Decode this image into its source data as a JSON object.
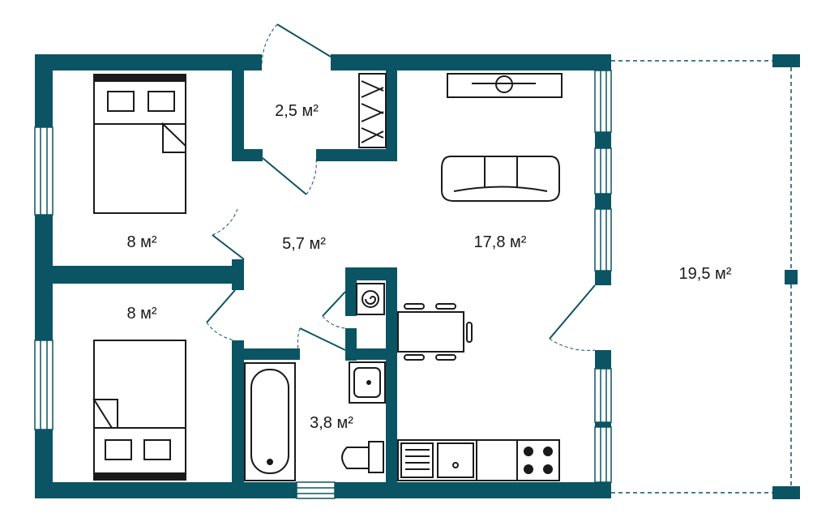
{
  "colors": {
    "wall": "#0b5463",
    "furniture_stroke": "#1a1a1a",
    "background": "#ffffff"
  },
  "rooms": {
    "bedroom_top": "8 м²",
    "bedroom_bottom": "8 м²",
    "storage": "2,5 м²",
    "hall": "5,7 м²",
    "living_kitchen": "17,8 м²",
    "bathroom": "3,8 м²",
    "terrace": "19,5 м²"
  },
  "furniture": [
    "double-bed",
    "double-bed",
    "sofa",
    "tv-stand",
    "wardrobe-rack",
    "dining-table",
    "chairs",
    "kitchen-sink",
    "cooktop",
    "bathtub",
    "washbasin",
    "toilet",
    "boiler"
  ]
}
